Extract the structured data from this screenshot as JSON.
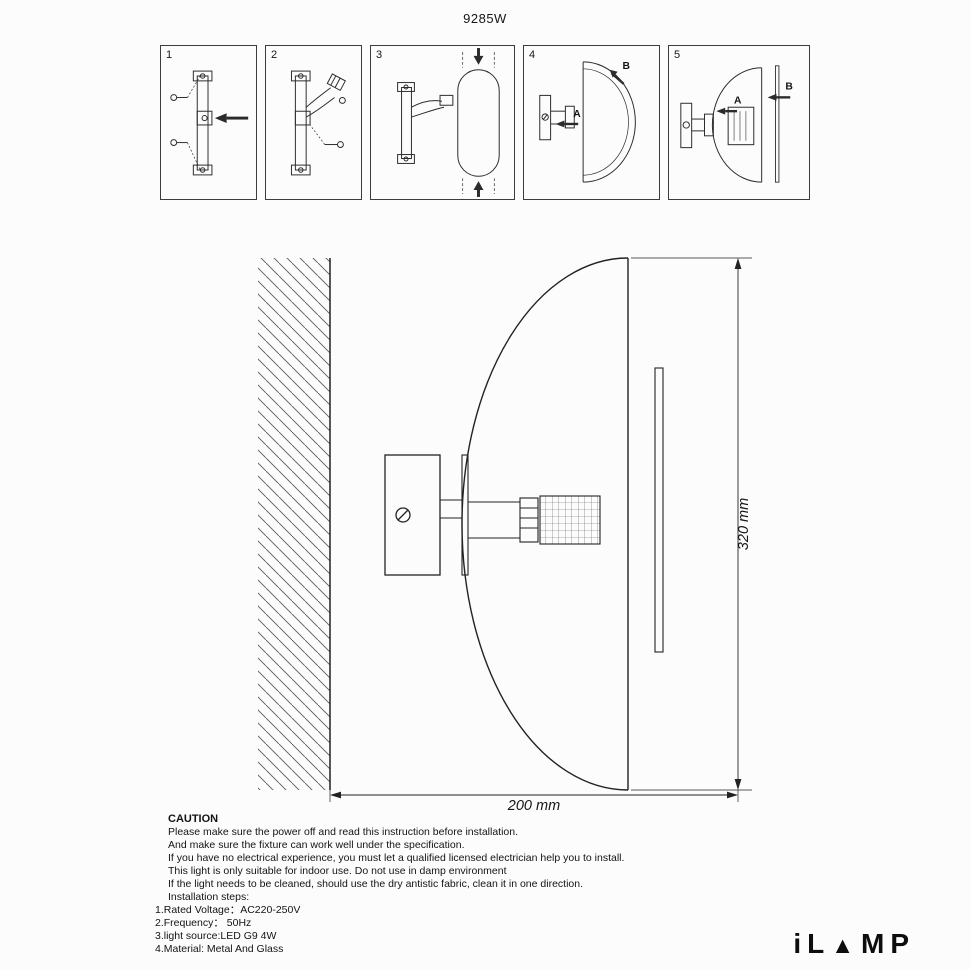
{
  "title": "9285W",
  "steps": [
    {
      "number": "1"
    },
    {
      "number": "2"
    },
    {
      "number": "3"
    },
    {
      "number": "4",
      "label_a": "A",
      "label_b": "B"
    },
    {
      "number": "5",
      "label_a": "A",
      "label_b": "B"
    }
  ],
  "diagram": {
    "height_label": "320 mm",
    "width_label": "200 mm"
  },
  "caution": {
    "heading": "CAUTION",
    "lines": [
      "Please make sure the power off and read this instruction before installation.",
      "And make sure the fixture can work well under the specification.",
      "If you have no electrical experience, you must let a qualified licensed electrician help you to install.",
      "This light is only suitable for indoor use. Do not use in damp environment",
      "If the light needs to be cleaned, should use the dry antistic fabric, clean it in one direction."
    ],
    "installation_heading": "Installation steps:",
    "specs": [
      "1.Rated Voltage：AC220-250V",
      "2.Frequency：  50Hz",
      "3.light source:LED  G9 4W",
      "4.Material:   Metal And Glass"
    ]
  },
  "logo": {
    "left": "iL",
    "triangle": "▲",
    "right": "MP"
  }
}
